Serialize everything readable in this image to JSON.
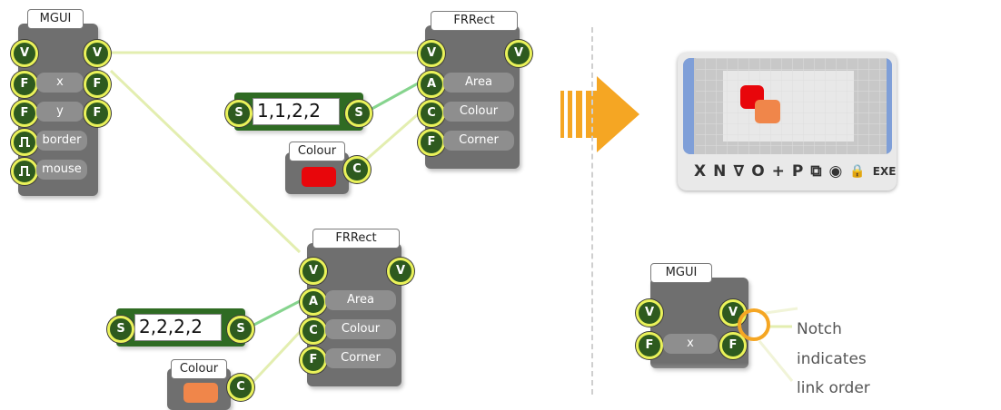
{
  "modules": {
    "mgui_main": {
      "title": "MGUI",
      "in_v": "V",
      "out_v": "V",
      "rows": [
        {
          "label": "x",
          "in": "F",
          "out": "F"
        },
        {
          "label": "y",
          "in": "F",
          "out": "F"
        },
        {
          "label": "border",
          "in": "pulse"
        },
        {
          "label": "mouse",
          "in": "pulse"
        }
      ]
    },
    "frrect_top": {
      "title": "FRRect",
      "in_v": "V",
      "out_v": "V",
      "rows": [
        {
          "label": "Area",
          "in": "A"
        },
        {
          "label": "Colour",
          "in": "C"
        },
        {
          "label": "Corner",
          "in": "F"
        }
      ]
    },
    "frrect_bottom": {
      "title": "FRRect",
      "in_v": "V",
      "out_v": "V",
      "rows": [
        {
          "label": "Area",
          "in": "A"
        },
        {
          "label": "Colour",
          "in": "C"
        },
        {
          "label": "Corner",
          "in": "F"
        }
      ]
    },
    "string_top": {
      "value": "1,1,2,2",
      "in": "S",
      "out": "S"
    },
    "string_bottom": {
      "value": "2,2,2,2",
      "in": "S",
      "out": "S"
    },
    "colour_top": {
      "title": "Colour",
      "out": "C",
      "swatch": "#e8060b"
    },
    "colour_bottom": {
      "title": "Colour",
      "out": "C",
      "swatch": "#f0864a"
    },
    "mgui_small": {
      "title": "MGUI",
      "in_v": "V",
      "out_v": "V",
      "rows": [
        {
          "label": "x",
          "in": "F",
          "out": "F"
        }
      ]
    }
  },
  "preview": {
    "toolbar": [
      "X",
      "N",
      "∇",
      "O",
      "+",
      "P",
      "⧉",
      "◉",
      "🔒",
      "EXE"
    ],
    "rect_red": "#e8060b",
    "rect_orange": "#f0864a"
  },
  "annotation": {
    "line1": "Notch",
    "line2": "indicates",
    "line3": "link order"
  },
  "colors": {
    "connector_fill": "#2e5a1f",
    "connector_ring": "#eaf25a",
    "wire": "#e5efae",
    "wire_active": "#7fd487",
    "arrow": "#f5a623"
  }
}
